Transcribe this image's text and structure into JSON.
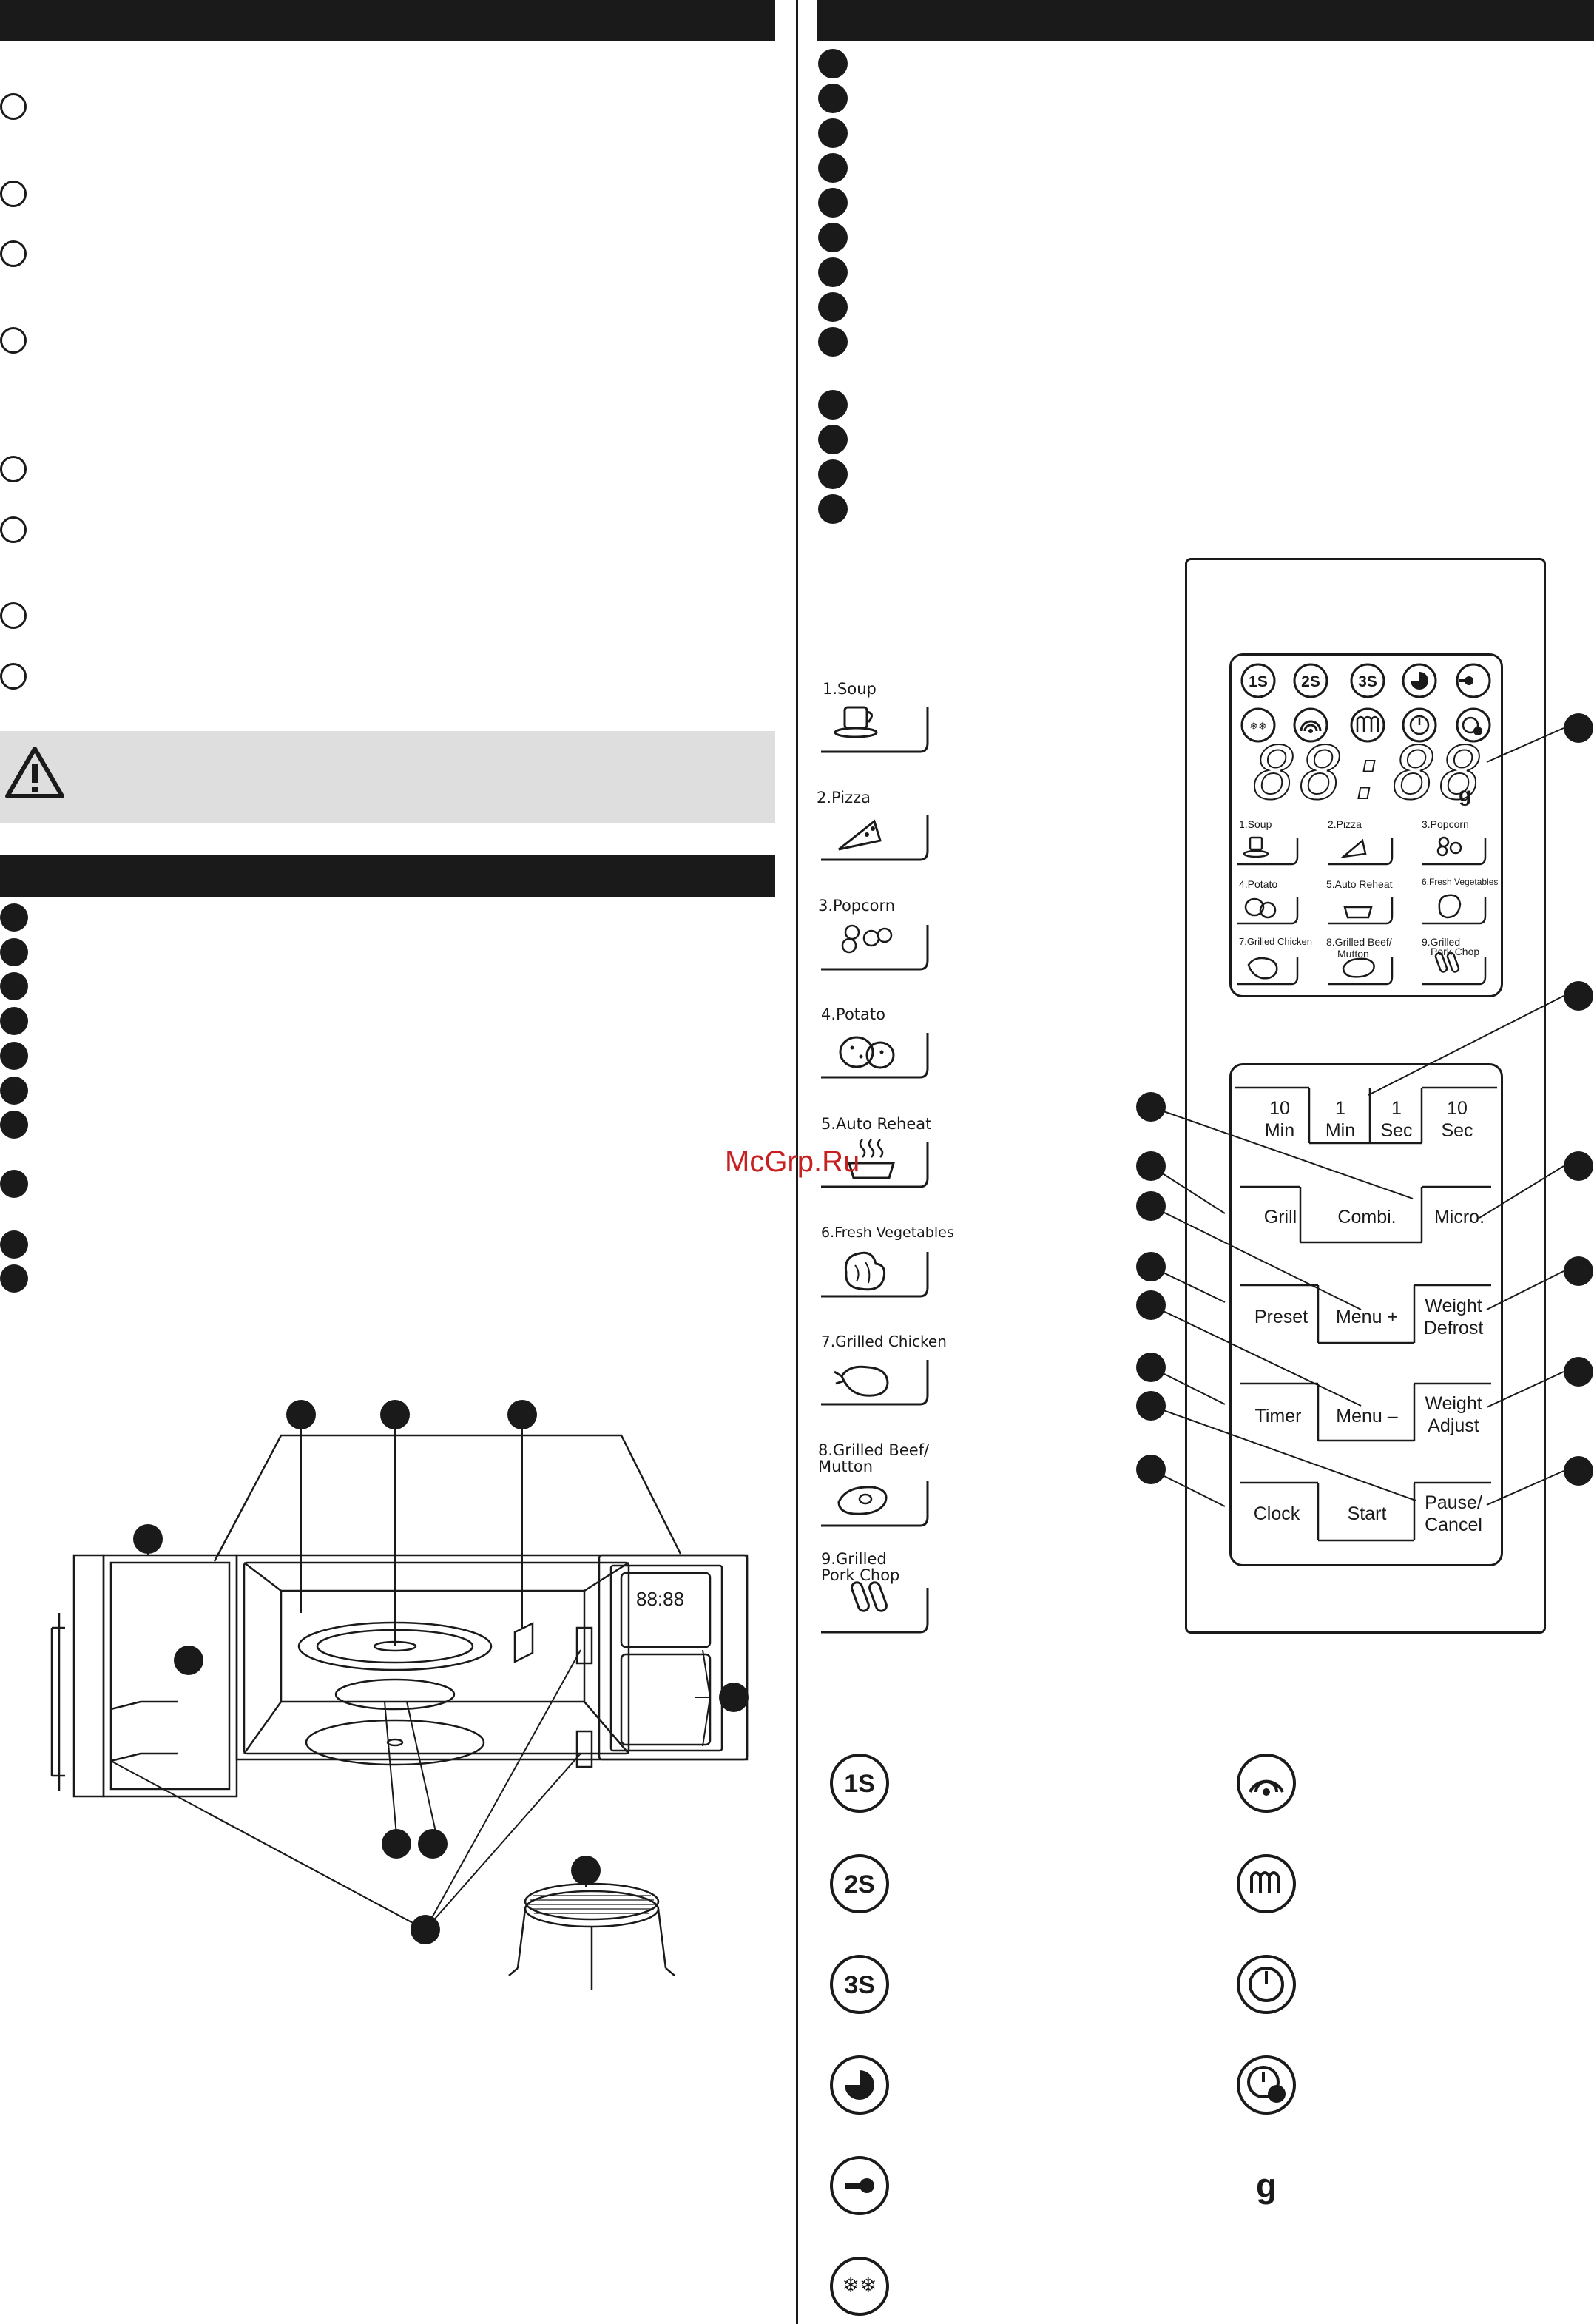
{
  "watermark": "McGrp.Ru",
  "menu_items": [
    {
      "label": "1.Soup"
    },
    {
      "label": "2.Pizza"
    },
    {
      "label": "3.Popcorn"
    },
    {
      "label": "4.Potato"
    },
    {
      "label": "5.Auto Reheat"
    },
    {
      "label": "6.Fresh Vegetables"
    },
    {
      "label": "7.Grilled Chicken"
    },
    {
      "label": "8.Grilled Beef/\nMutton"
    },
    {
      "label": "9.Grilled\nPork Chop"
    }
  ],
  "display": {
    "digits": "88:88",
    "unit": "g",
    "top_icons": [
      "1S",
      "2S",
      "3S"
    ],
    "labels": [
      "1.Soup",
      "2.Pizza",
      "3.Popcorn",
      "4.Potato",
      "5.Auto Reheat",
      "6.Fresh Vegetables",
      "7.Grilled Chicken",
      "8.Grilled Beef/",
      "Mutton",
      "9.Grilled",
      "Pork Chop"
    ]
  },
  "buttons": {
    "ten_min": [
      "10",
      "Min"
    ],
    "one_min": [
      "1",
      "Min"
    ],
    "one_sec": [
      "1",
      "Sec"
    ],
    "ten_sec": [
      "10",
      "Sec"
    ],
    "grill": "Grill",
    "combi": "Combi.",
    "micro": "Micro.",
    "preset": "Preset",
    "menu_plus": "Menu +",
    "weight_defrost": [
      "Weight",
      "Defrost"
    ],
    "timer": "Timer",
    "menu_minus": "Menu –",
    "weight_adjust": [
      "Weight",
      "Adjust"
    ],
    "clock": "Clock",
    "start": "Start",
    "pause_cancel": [
      "Pause/",
      "Cancel"
    ]
  },
  "legend_icons_left": [
    "1S",
    "2S",
    "3S",
    "clock-quarter",
    "key-lock",
    "defrost-snowflake"
  ],
  "legend_icons_right": [
    "microwave-waves",
    "grill-coil",
    "timer-dial",
    "preset-clock",
    "g"
  ]
}
